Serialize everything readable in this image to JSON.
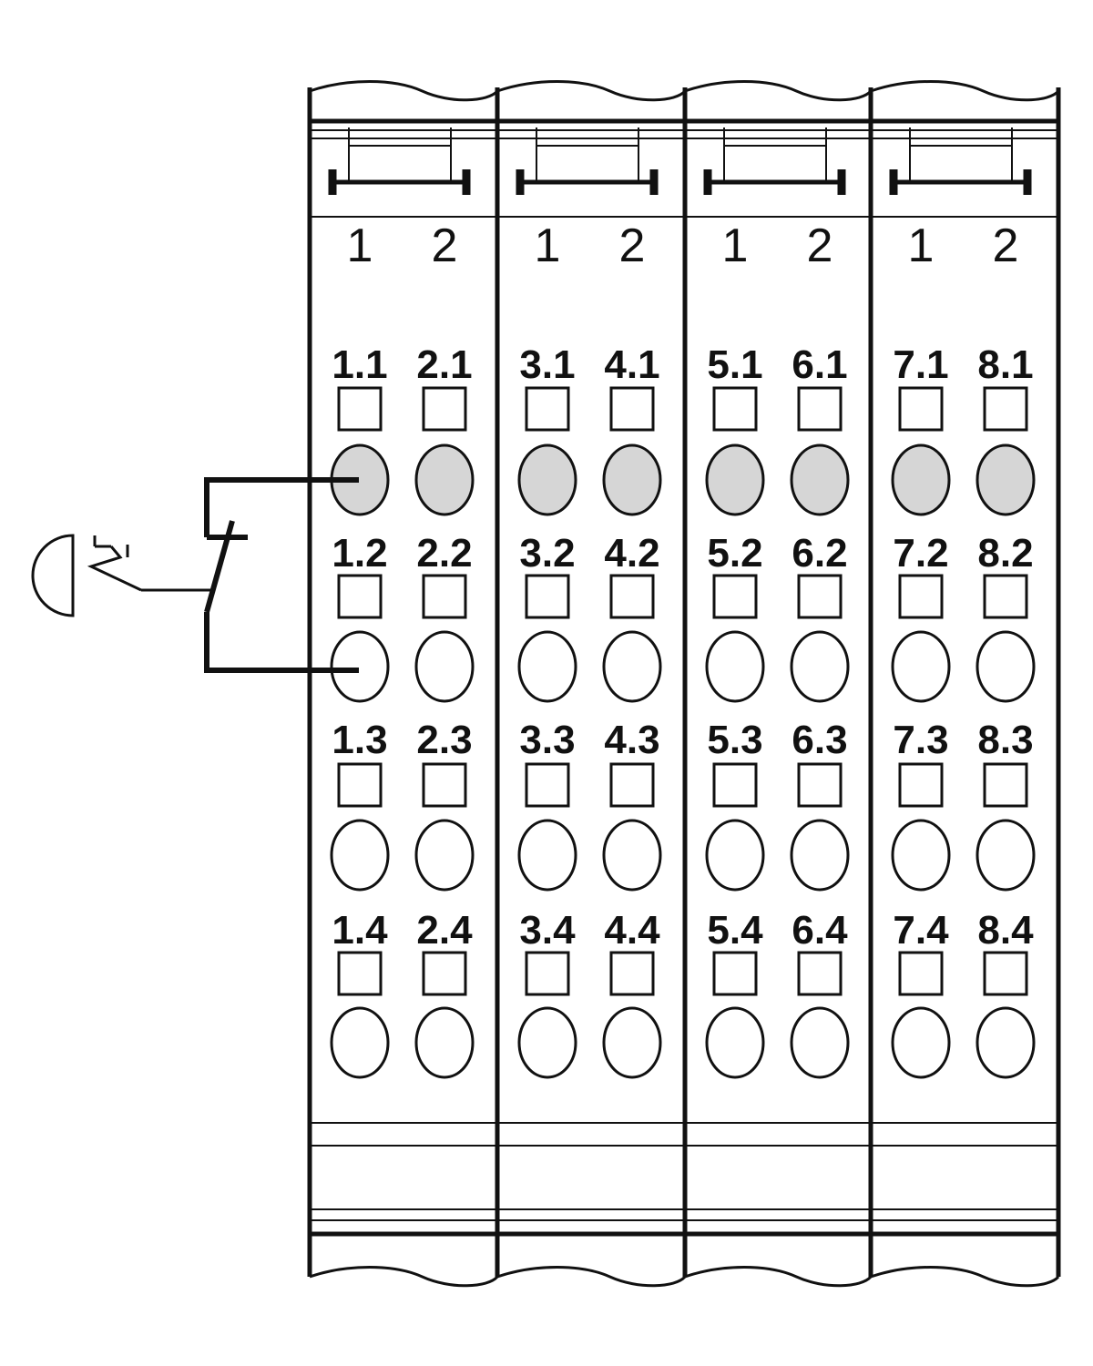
{
  "colors": {
    "line": "#111111",
    "connected_fill": "#d6d6d6",
    "open_fill": "#ffffff",
    "background": "#ffffff"
  },
  "modules": [
    {
      "slot_numbers": [
        "1",
        "2"
      ],
      "terminal_rows": [
        [
          "1.1",
          "2.1"
        ],
        [
          "1.2",
          "2.2"
        ],
        [
          "1.3",
          "2.3"
        ],
        [
          "1.4",
          "2.4"
        ]
      ],
      "connected_row": 1
    },
    {
      "slot_numbers": [
        "1",
        "2"
      ],
      "terminal_rows": [
        [
          "3.1",
          "4.1"
        ],
        [
          "3.2",
          "4.2"
        ],
        [
          "3.3",
          "4.3"
        ],
        [
          "3.4",
          "4.4"
        ]
      ],
      "connected_row": 1
    },
    {
      "slot_numbers": [
        "1",
        "2"
      ],
      "terminal_rows": [
        [
          "5.1",
          "6.1"
        ],
        [
          "5.2",
          "6.2"
        ],
        [
          "5.3",
          "6.3"
        ],
        [
          "5.4",
          "6.4"
        ]
      ],
      "connected_row": 1
    },
    {
      "slot_numbers": [
        "1",
        "2"
      ],
      "terminal_rows": [
        [
          "7.1",
          "8.1"
        ],
        [
          "7.2",
          "8.2"
        ],
        [
          "7.3",
          "8.3"
        ],
        [
          "7.4",
          "8.4"
        ]
      ],
      "connected_row": 1
    }
  ],
  "switch": {
    "type": "mushroom-head pushbutton (normally open)",
    "wired_from": "1.1",
    "wired_to": "1.2"
  }
}
